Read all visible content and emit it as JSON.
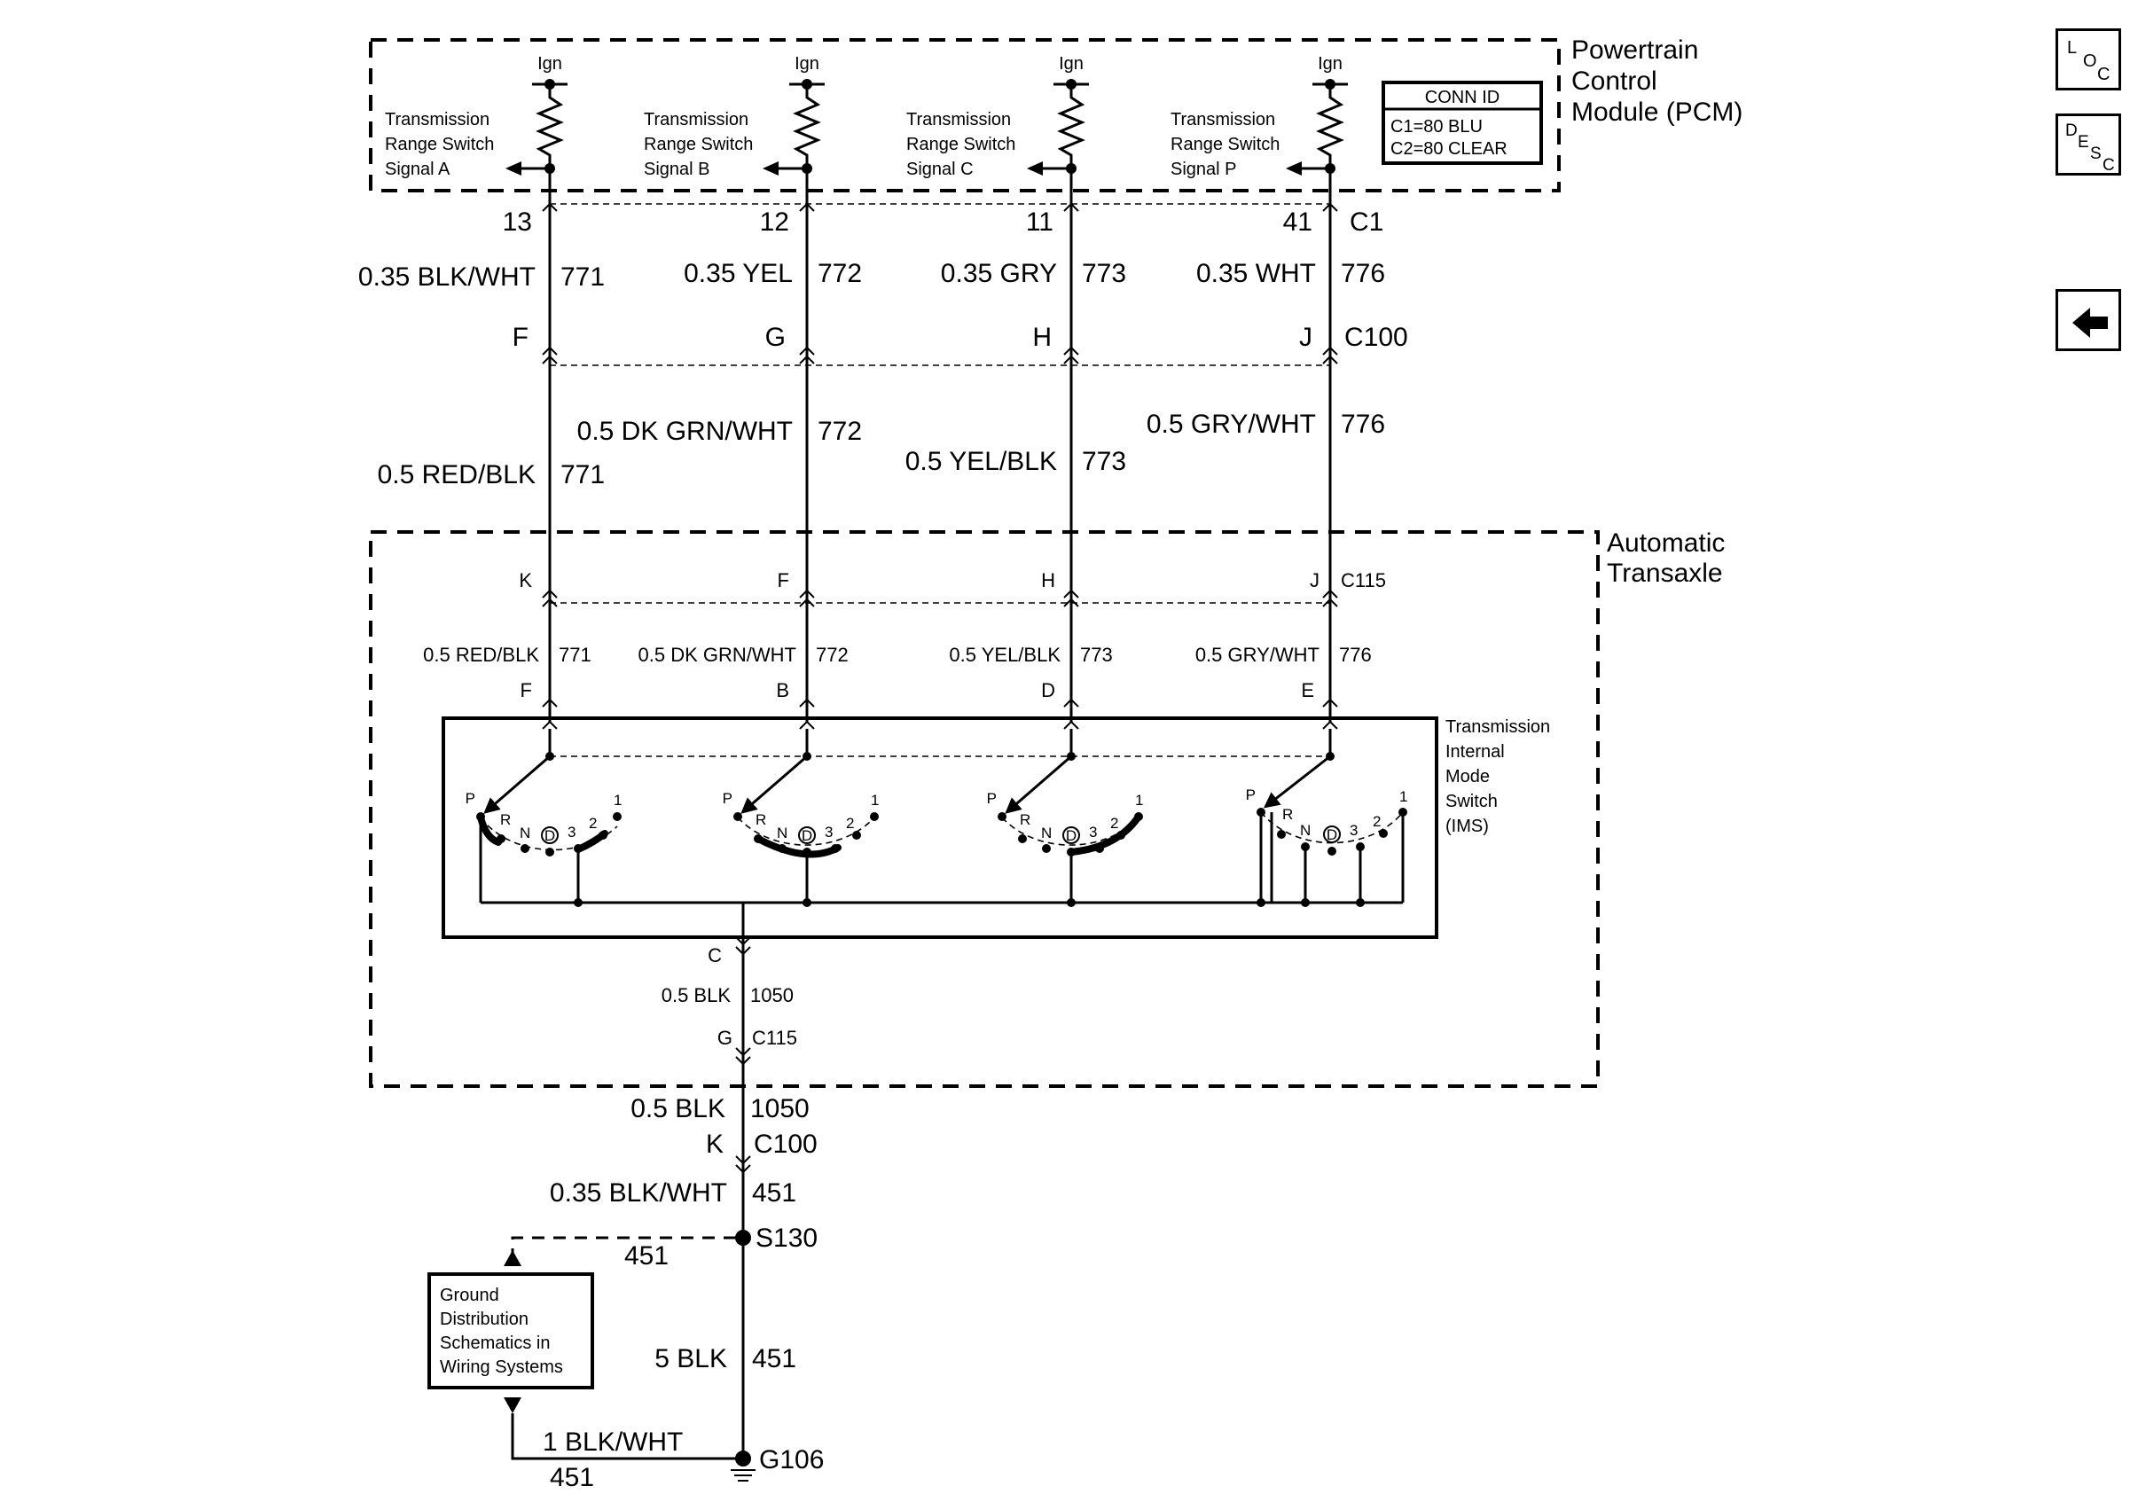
{
  "pcm": {
    "title_lines": [
      "Powertrain",
      "Control",
      "Module (PCM)"
    ],
    "ign_label": "Ign",
    "signals": [
      [
        "Transmission",
        "Range Switch",
        "Signal A"
      ],
      [
        "Transmission",
        "Range Switch",
        "Signal B"
      ],
      [
        "Transmission",
        "Range Switch",
        "Signal C"
      ],
      [
        "Transmission",
        "Range Switch",
        "Signal P"
      ]
    ],
    "conn_id": {
      "title": "CONN ID",
      "c1": "C1=80 BLU",
      "c2": "C2=80 CLEAR"
    },
    "pins": [
      "13",
      "12",
      "11",
      "41"
    ],
    "connector": "C1"
  },
  "wires_upper": [
    {
      "gauge_color": "0.35 BLK/WHT",
      "circuit": "771"
    },
    {
      "gauge_color": "0.35 YEL",
      "circuit": "772"
    },
    {
      "gauge_color": "0.35 GRY",
      "circuit": "773"
    },
    {
      "gauge_color": "0.35 WHT",
      "circuit": "776"
    }
  ],
  "c100": {
    "pins": [
      "F",
      "G",
      "H",
      "J"
    ],
    "name": "C100"
  },
  "wires_middle": [
    {
      "gauge_color": "0.5 RED/BLK",
      "circuit": "771"
    },
    {
      "gauge_color": "0.5 DK GRN/WHT",
      "circuit": "772"
    },
    {
      "gauge_color": "0.5 YEL/BLK",
      "circuit": "773"
    },
    {
      "gauge_color": "0.5 GRY/WHT",
      "circuit": "776"
    }
  ],
  "transaxle": {
    "title_lines": [
      "Automatic",
      "Transaxle"
    ]
  },
  "c115": {
    "pins": [
      "K",
      "F",
      "H",
      "J"
    ],
    "name": "C115"
  },
  "wires_inner": [
    {
      "gauge_color": "0.5 RED/BLK",
      "circuit": "771"
    },
    {
      "gauge_color": "0.5 DK GRN/WHT",
      "circuit": "772"
    },
    {
      "gauge_color": "0.5 YEL/BLK",
      "circuit": "773"
    },
    {
      "gauge_color": "0.5 GRY/WHT",
      "circuit": "776"
    }
  ],
  "ims": {
    "pins": [
      "F",
      "B",
      "D",
      "E"
    ],
    "title_lines": [
      "Transmission",
      "Internal",
      "Mode",
      "Switch",
      "(IMS)"
    ],
    "positions": [
      "P",
      "R",
      "N",
      "D",
      "3",
      "2",
      "1"
    ],
    "ground_pin": "C"
  },
  "ground": {
    "inner_wire": {
      "gauge_color": "0.5 BLK",
      "circuit": "1050"
    },
    "inner_pin": "G",
    "inner_connector": "C115",
    "outer_wire": {
      "gauge_color": "0.5 BLK",
      "circuit": "1050"
    },
    "outer_pin": "K",
    "outer_connector": "C100",
    "splice_wire": {
      "gauge_color": "0.35 BLK/WHT",
      "circuit": "451"
    },
    "splice": "S130",
    "branch_circuit": "451",
    "ref_box_lines": [
      "Ground",
      "Distribution",
      "Schematics in",
      "Wiring Systems"
    ],
    "main_wire": {
      "gauge_color": "5 BLK",
      "circuit": "451"
    },
    "bottom_wire": {
      "gauge_color": "1 BLK/WHT",
      "circuit": "451"
    },
    "ground_point": "G106"
  },
  "nav": {
    "loc": [
      "L",
      "O",
      "C"
    ],
    "desc": [
      "D",
      "E",
      "S",
      "C"
    ],
    "back_icon": "left-arrow-icon"
  }
}
